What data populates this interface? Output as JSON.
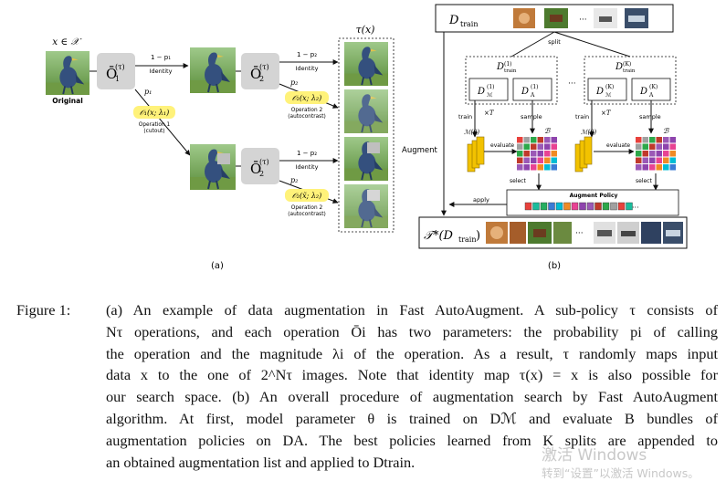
{
  "panel_a": {
    "input_label": "x ∈ 𝒳",
    "original_label": "Original",
    "op1_top": "Ō",
    "op1_sub": "1",
    "op1_sup": "(τ)",
    "op2_top": "Ō",
    "op2_sub": "2",
    "op2_sup": "(τ)",
    "edge_1mp1": "1 − p₁",
    "edge_identity": "Identity",
    "edge_p1": "p₁",
    "op1_badge": "𝒪₁(x; λ₁)",
    "op1_desc1": "Operation 1",
    "op1_desc2": "(cutout)",
    "edge_1mp2": "1 − p₂",
    "edge_p2": "p₂",
    "op2_badge": "𝒪₂(x; λ₂)",
    "op2_badge_b": "𝒪₂(x̃; λ₂)",
    "op2_desc1": "Operation 2",
    "op2_desc2": "(autocontrast)",
    "tau_label": "τ(x)",
    "panel_label": "(a)"
  },
  "panel_b": {
    "dtrain_label": "D",
    "dtrain_sub": "train",
    "split_label": "split",
    "split1": "D",
    "split1_sub": "train",
    "split1_sup": "(1)",
    "splitk_sup": "(K)",
    "dm1": "D",
    "dm_sub": "ℳ",
    "da_sub": "A",
    "ellipsis": "···",
    "train_label": "train",
    "times_t": "×T",
    "sample_label": "sample",
    "model_label": "ℳ(θ)",
    "bundle_label": "ℬ",
    "evaluate_label": "evaluate",
    "select_label": "select",
    "augment_label": "Augment",
    "policy_label": "Augment Policy",
    "apply_label": "apply",
    "result_label": "𝒯*(D",
    "result_sub": "train",
    "result_close": ")",
    "panel_label": "(b)"
  },
  "caption": {
    "label": "Figure 1:",
    "lines": [
      "(a) An example of data augmentation in Fast AutoAugment. A sub-policy τ consists of",
      "Nτ operations, and each operation Ōi has two parameters: the probability pi of calling",
      "the operation and the magnitude λi of the operation. As a result, τ randomly maps input",
      "data x to the one of 2^Nτ images. Note that identity map τ(x) = x is also possible for",
      "our search space. (b) An overall procedure of augmentation search by Fast AutoAugment",
      "algorithm. At first, model parameter θ is trained on Dℳ and evaluate B bundles of",
      "augmentation policies on DA. The best policies learned from K splits are appended to",
      "an obtained augmentation list and applied to Dtrain."
    ]
  },
  "watermark": {
    "line1": "激活 Windows",
    "line2": "转到“设置”以激活 Windows。"
  },
  "colors": {
    "op_badge": "#fff27a",
    "op_box": "#d4d4d4",
    "model_stack": "#f2c200",
    "bird_bg": "#7fae5a",
    "bird": "#2f4a78"
  }
}
